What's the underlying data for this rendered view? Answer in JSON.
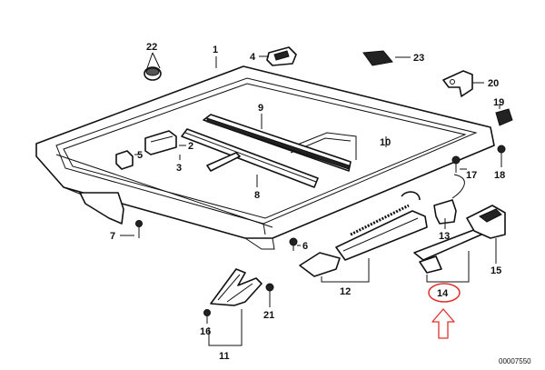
{
  "callouts": {
    "c1": "1",
    "c2": "2",
    "c3": "3",
    "c4": "4",
    "c5": "5",
    "c6": "6",
    "c7": "7",
    "c8": "8",
    "c9": "9",
    "c10": "10",
    "c11": "11",
    "c12": "12",
    "c13": "13",
    "c14": "14",
    "c15": "15",
    "c16": "16",
    "c17": "17",
    "c18": "18",
    "c19": "19",
    "c20": "20",
    "c21": "21",
    "c22": "22",
    "c23": "23"
  },
  "reference": "00007550",
  "highlight": {
    "circle_color": "#e0302a",
    "arrow_color": "#e0302a",
    "target": "14"
  }
}
